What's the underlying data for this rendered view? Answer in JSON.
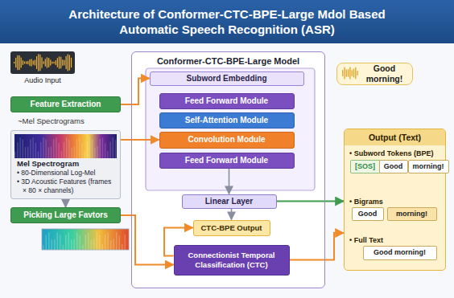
{
  "diagram": {
    "title": "Architecture of Conformer-CTC-BPE-Large Mdol Based Automatic Speech Recognition (ASR)",
    "nodes": [
      {
        "text": [
          "Audio Input"
        ]
      },
      {
        "text": [
          "Feature Extraction"
        ]
      },
      {
        "text": [
          "Mel Spectrogram",
          "• 80-Dimensional Log-Mel",
          "• 3D Acoustic Features (frames × 80 × channels)"
        ]
      },
      {
        "text": [
          "Picking Large Favtors"
        ]
      },
      {
        "text": [
          "Conformer-CTC-BPE-Large Model"
        ]
      },
      {
        "text": [
          "Subword Embedding"
        ],
        "in": 4
      },
      {
        "text": [
          "Feed Forward Module"
        ],
        "in": 4
      },
      {
        "text": [
          "Self-Attention Module"
        ],
        "in": 4
      },
      {
        "text": [
          "Convolution Module"
        ],
        "in": 4
      },
      {
        "text": [
          "Feed Forward Module"
        ],
        "in": 4
      },
      {
        "text": [
          "Linear Layer"
        ],
        "in": 4
      },
      {
        "text": [
          "CTC-BPE Output"
        ],
        "in": 4
      },
      {
        "text": [
          "Connectionist Temporal Classification (CTC)"
        ],
        "in": 4
      },
      {
        "text": [
          "Good morning!"
        ]
      },
      {
        "text": [
          "Output (Text)",
          "• Subword Tokens (BPE)",
          "• Bigrams",
          "• Full Text"
        ]
      },
      {
        "text": [
          "[SOS]"
        ],
        "in": 14
      },
      {
        "text": [
          "Good"
        ],
        "in": 14
      },
      {
        "text": [
          "morning!"
        ],
        "in": 14
      },
      {
        "text": [
          "Good"
        ],
        "in": 14
      },
      {
        "text": [
          "morning!"
        ],
        "in": 14
      },
      {
        "text": [
          "Good morning!"
        ],
        "in": 14
      }
    ],
    "edges": [
      {
        "from": 1,
        "to": 5,
        "arrow": "to"
      },
      {
        "from": 2,
        "to": 8,
        "arrow": "to"
      },
      {
        "from": 2,
        "to": 3,
        "arrow": "to"
      },
      {
        "from": 3,
        "to": 12,
        "arrow": "to"
      },
      {
        "from": 9,
        "to": 10,
        "arrow": "to"
      },
      {
        "from": 10,
        "to": 11,
        "arrow": "to"
      },
      {
        "from": 10,
        "to": 14,
        "arrow": "to"
      },
      {
        "from": 12,
        "to": 11,
        "arrow": "to"
      },
      {
        "from": 12,
        "to": 14,
        "arrow": "to"
      }
    ],
    "labels": [
      "~Mel Spectrograms"
    ]
  }
}
